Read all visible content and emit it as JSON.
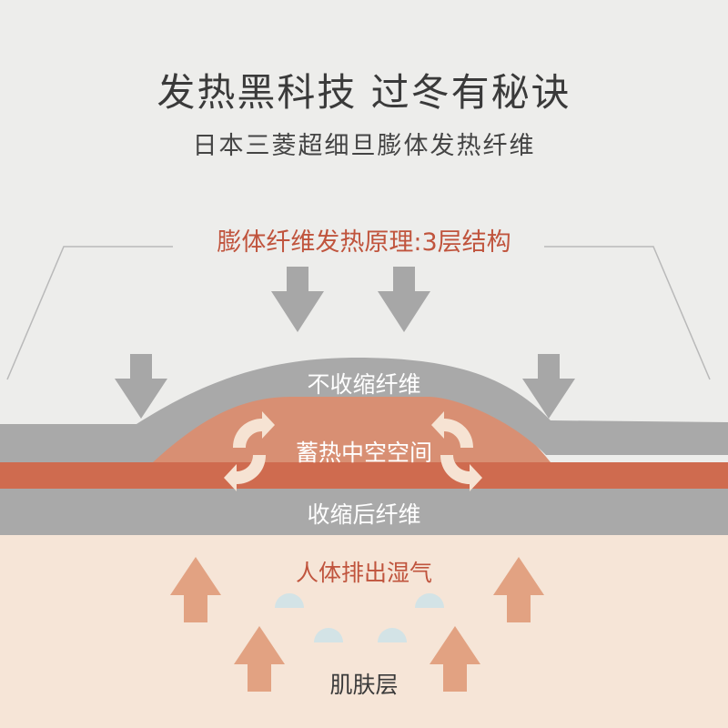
{
  "header": {
    "title": "发热黑科技 过冬有秘诀",
    "subtitle": "日本三菱超细旦膨体发热纤维"
  },
  "diagram": {
    "principle_title": "膨体纤维发热原理:3层结构",
    "layers": {
      "outer_fiber": "不收缩纤维",
      "heat_chamber": "蓄热中空空间",
      "inner_fiber": "收缩后纤维",
      "moisture": "人体排出湿气",
      "skin": "肌肤层"
    },
    "icons": [
      "down-arrow-icon",
      "up-arrow-icon",
      "circulation-arrows-icon",
      "moisture-drop-icon"
    ],
    "colors": {
      "background": "#ededeb",
      "fiber_gray": "#a9a9a9",
      "heat_orange": "#d88f73",
      "heat_stripe": "#cf6b4f",
      "skin": "#f6e5d7",
      "accent_text": "#c0543d",
      "arrow_gray": "#a7a7a7",
      "arrow_orange": "#e2a282",
      "drop_blue": "#d3e3e6"
    }
  }
}
